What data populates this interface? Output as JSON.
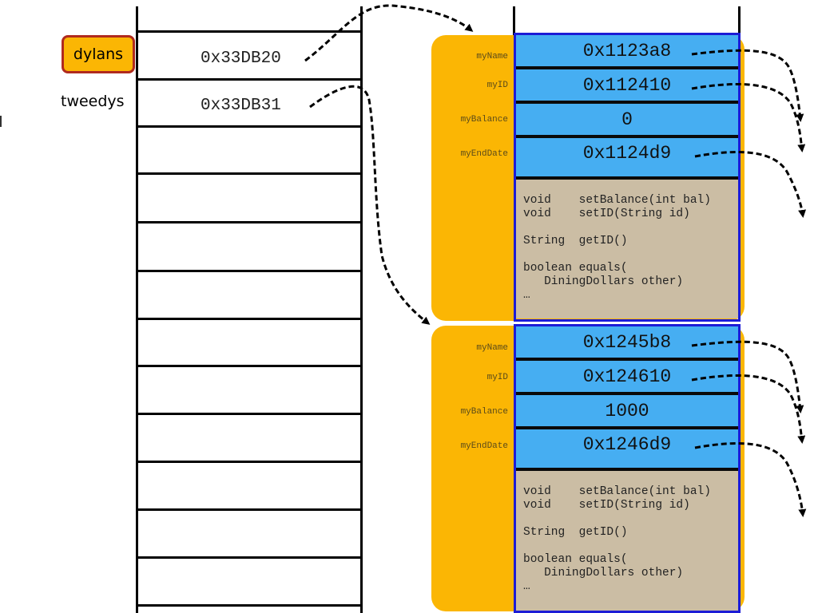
{
  "stack": {
    "variables": [
      {
        "name": "dylans",
        "value": "0x33DB20",
        "highlighted": true
      },
      {
        "name": "tweedys",
        "value": "0x33DB31",
        "highlighted": false
      }
    ],
    "empty_slots": 10
  },
  "objects": [
    {
      "fields": [
        {
          "label": "myName",
          "value": "0x1123a8"
        },
        {
          "label": "myID",
          "value": "0x112410"
        },
        {
          "label": "myBalance",
          "value": "0"
        },
        {
          "label": "myEndDate",
          "value": "0x1124d9"
        }
      ],
      "methods": [
        "void    setBalance(int bal)",
        "void    setID(String id)",
        "",
        "String  getID()",
        "",
        "boolean equals(",
        "   DiningDollars other)",
        "…"
      ]
    },
    {
      "fields": [
        {
          "label": "myName",
          "value": "0x1245b8"
        },
        {
          "label": "myID",
          "value": "0x124610"
        },
        {
          "label": "myBalance",
          "value": "1000"
        },
        {
          "label": "myEndDate",
          "value": "0x1246d9"
        }
      ],
      "methods": [
        "void    setBalance(int bal)",
        "void    setID(String id)",
        "",
        "String  getID()",
        "",
        "boolean equals(",
        "   DiningDollars other)",
        "…"
      ]
    }
  ],
  "colors": {
    "object_background": "#fbb604",
    "field_fill": "#46aef2",
    "method_fill": "#cbbda4",
    "object_frame": "#1c1cd6",
    "variable_highlight_border": "#b02a1e"
  }
}
